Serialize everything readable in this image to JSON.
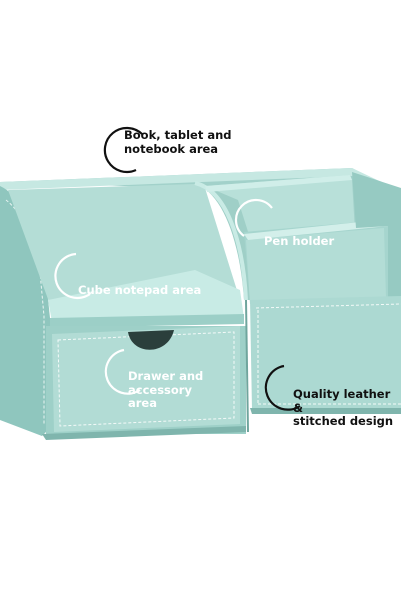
{
  "product": {
    "name": "",
    "colors": {
      "leather": "#a9d6cf",
      "leather_dark": "#86bdb5",
      "leather_light": "#c4e6e0",
      "stitch": "#ffffff",
      "edge": "#3f6d67"
    }
  },
  "annotations": {
    "book_area": "Book, tablet and\nnotebook area",
    "pen_holder": "Pen holder",
    "cube_notepad": "Cube notepad area",
    "drawer": "Drawer and\naccessory\narea",
    "quality": "Quality leather &\nstitched design"
  }
}
